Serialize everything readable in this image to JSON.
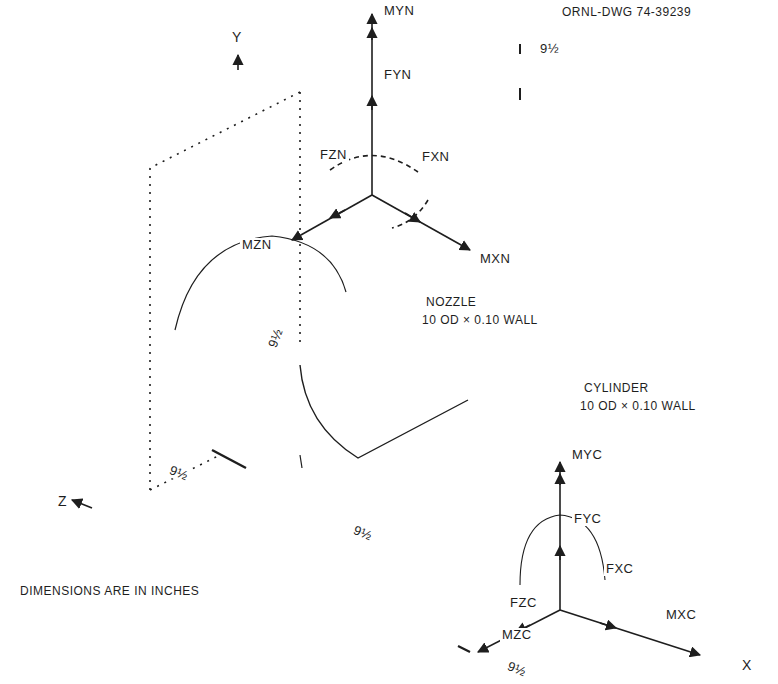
{
  "diagram": {
    "labels": [
      "ORNL-DWG 74-39239",
      "Y",
      "MYN",
      "9½",
      "FYN",
      "FZN",
      "FXN",
      "MZN",
      "MXN",
      "NOZZLE",
      "10 OD × 0.10 WALL",
      "9½",
      "CYLINDER",
      "10 OD × 0.10 WALL",
      "Z",
      "9½",
      "9½",
      "MYC",
      "FYC",
      "FXC",
      "MXC",
      "FZC",
      "DIMENSIONS ARE IN INCHES",
      "MZC",
      "X",
      "9½"
    ]
  }
}
